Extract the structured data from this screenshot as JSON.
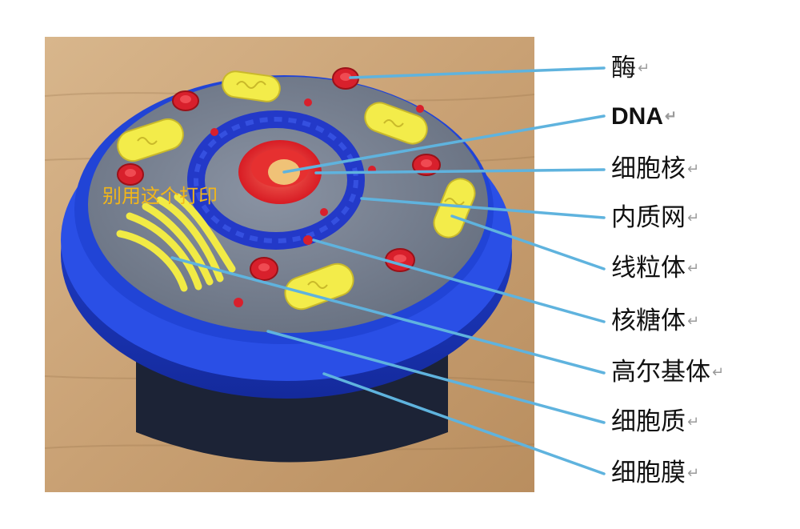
{
  "overlay_text": "别用这个打印",
  "return_mark": "↵",
  "labels": [
    {
      "id": "enzyme",
      "text": "酶"
    },
    {
      "id": "dna",
      "text": "DNA"
    },
    {
      "id": "nucleus",
      "text": "细胞核"
    },
    {
      "id": "er",
      "text": "内质网"
    },
    {
      "id": "mitochondria",
      "text": "线粒体"
    },
    {
      "id": "ribosome",
      "text": "核糖体"
    },
    {
      "id": "golgi",
      "text": "高尔基体"
    },
    {
      "id": "cytoplasm",
      "text": "细胞质"
    },
    {
      "id": "membrane",
      "text": "细胞膜"
    }
  ],
  "colors": {
    "leader_line": "#5fb3de",
    "overlay_text": "#f2b619",
    "base_blue": "#1f3fd1",
    "surface_grey": "#6f7888",
    "organelle_yellow": "#f3ec4a",
    "organelle_red": "#e0202e"
  }
}
